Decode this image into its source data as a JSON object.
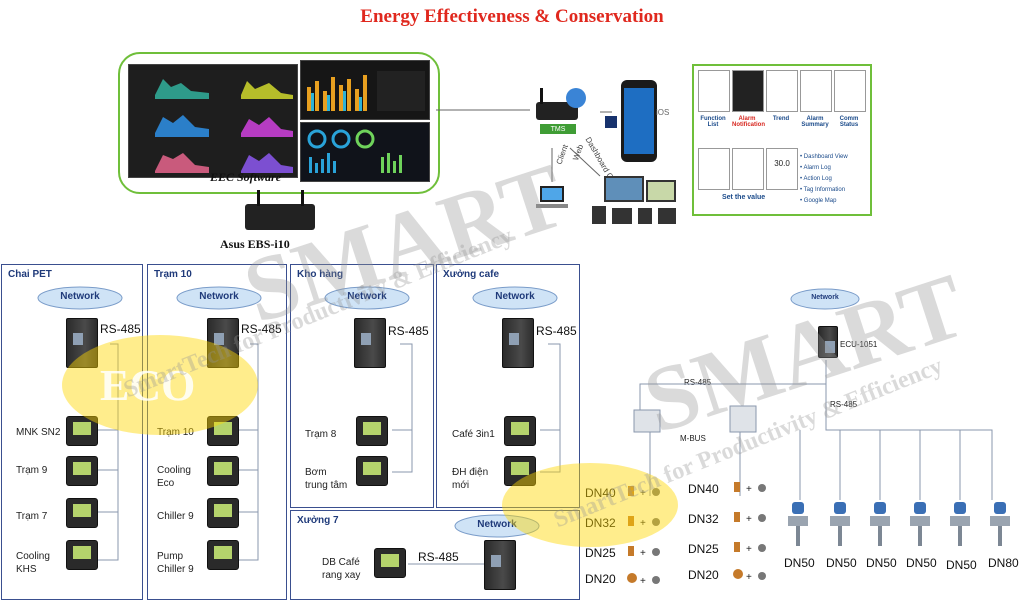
{
  "title": "Energy Effectiveness & Conservation",
  "eec_label": "EEC Software",
  "asus_label": "Asus EBS-i10",
  "cloud_labels": {
    "cloud": "Client",
    "dashboard": "Dashboard Client",
    "web": "Web"
  },
  "tms_label": "TMS",
  "ios_label": "iOS",
  "mobile_screens": [
    "Function List",
    "Alarm Notification",
    "Trend",
    "Alarm Summary",
    "Comm Status"
  ],
  "mobile_features": [
    "Dashboard View",
    "Alarm Log",
    "Action Log",
    "Tag Information",
    "Google Map"
  ],
  "set_value_label": "Set the value",
  "set_value_num": "30.0",
  "network_label": "Network",
  "rs485": "RS-485",
  "zones": [
    {
      "name": "Chai PET",
      "meters": [
        "MNK SN2",
        "Trạm 9",
        "Trạm 7",
        "Cooling KHS"
      ]
    },
    {
      "name": "Trạm 10",
      "meters": [
        "Trạm 10",
        "Cooling Eco",
        "Chiller 9",
        "Pump Chiller 9"
      ]
    },
    {
      "name": "Kho hàng",
      "meters": [
        "Trạm 8",
        "Bơm trung tâm"
      ]
    },
    {
      "name": "Xưởng cafe",
      "meters": [
        "Café 3in1",
        "ĐH điện mới"
      ]
    },
    {
      "name": "Xưởng 7",
      "meters": [
        "DB Café rang xay"
      ]
    }
  ],
  "right": {
    "network": "Network",
    "ecu": "ECU-1051",
    "rs485_left": "RS-485",
    "rs485_right": "RS-485",
    "mbus": "M-BUS",
    "dn_left": [
      "DN40",
      "DN32",
      "DN25",
      "DN20"
    ],
    "dn_mid": [
      "DN40",
      "DN32",
      "DN25",
      "DN20"
    ],
    "dn_flow": [
      "DN50",
      "DN50",
      "DN50",
      "DN50",
      "DN50",
      "DN80"
    ]
  },
  "watermark": {
    "brand": "SMART",
    "eco": "ECO",
    "slogan": "SmartTech for Productivity & Efficiency"
  }
}
